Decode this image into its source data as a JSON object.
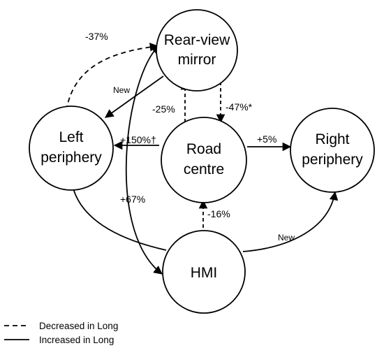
{
  "nodes": {
    "rear_view_mirror": {
      "line1": "Rear-view",
      "line2": "mirror"
    },
    "left_periphery": {
      "line1": "Left",
      "line2": "periphery"
    },
    "road_centre": {
      "line1": "Road",
      "line2": "centre"
    },
    "right_periphery": {
      "line1": "Right",
      "line2": "periphery"
    },
    "hmi": {
      "line1": "HMI"
    }
  },
  "edges": {
    "left_to_mirror": "-37%",
    "mirror_to_left": "New",
    "road_to_mirror": "-25%",
    "mirror_to_road": "-47%*",
    "road_to_left": "+150%†",
    "road_to_right": "+5%",
    "hmi_to_mirror": "+67%",
    "hmi_to_road": "-16%",
    "hmi_to_right": "New"
  },
  "legend": {
    "decreased": "Decreased in Long",
    "increased": "Increased in Long"
  },
  "style": {
    "stroke": "#000000",
    "background": "#ffffff"
  }
}
